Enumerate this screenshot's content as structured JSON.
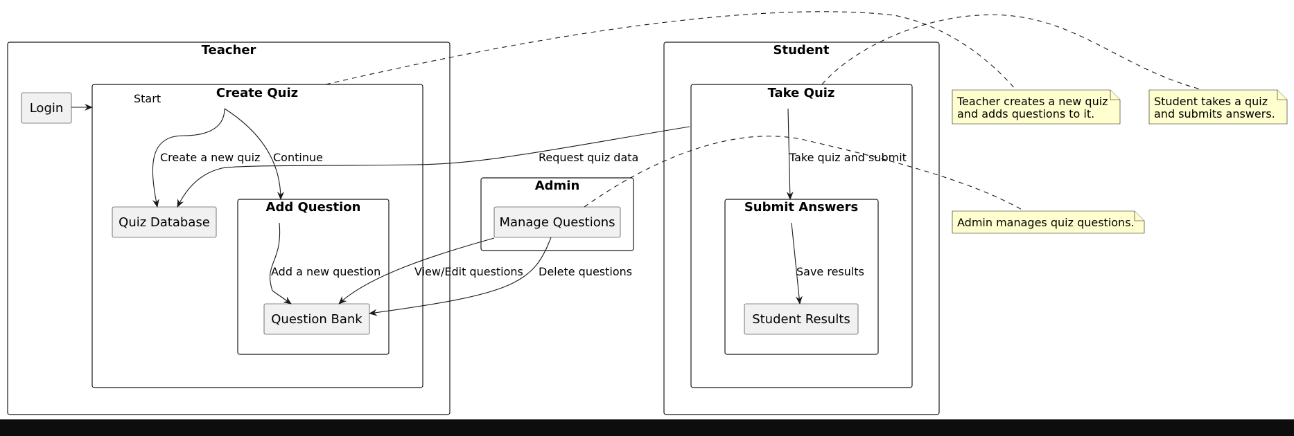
{
  "diagram": {
    "frames": {
      "teacher": "Teacher",
      "create_quiz": "Create Quiz",
      "add_question": "Add Question",
      "admin": "Admin",
      "student": "Student",
      "take_quiz": "Take Quiz",
      "submit_answers": "Submit Answers"
    },
    "nodes": {
      "login": "Login",
      "quiz_database": "Quiz Database",
      "question_bank": "Question Bank",
      "manage_questions": "Manage Questions",
      "student_results": "Student Results"
    },
    "edge_labels": {
      "start": "Start",
      "create_new_quiz": "Create a new quiz",
      "continue": "Continue",
      "add_new_question": "Add a new question",
      "view_edit_questions": "View/Edit questions",
      "delete_questions": "Delete questions",
      "request_quiz_data": "Request quiz data",
      "take_quiz_submit": "Take quiz and submit",
      "save_results": "Save results"
    },
    "notes": {
      "teacher": [
        "Teacher creates a new quiz",
        "and adds questions to it."
      ],
      "student": [
        "Student takes a quiz",
        "and submits answers."
      ],
      "admin": [
        "Admin manages quiz questions."
      ]
    }
  }
}
